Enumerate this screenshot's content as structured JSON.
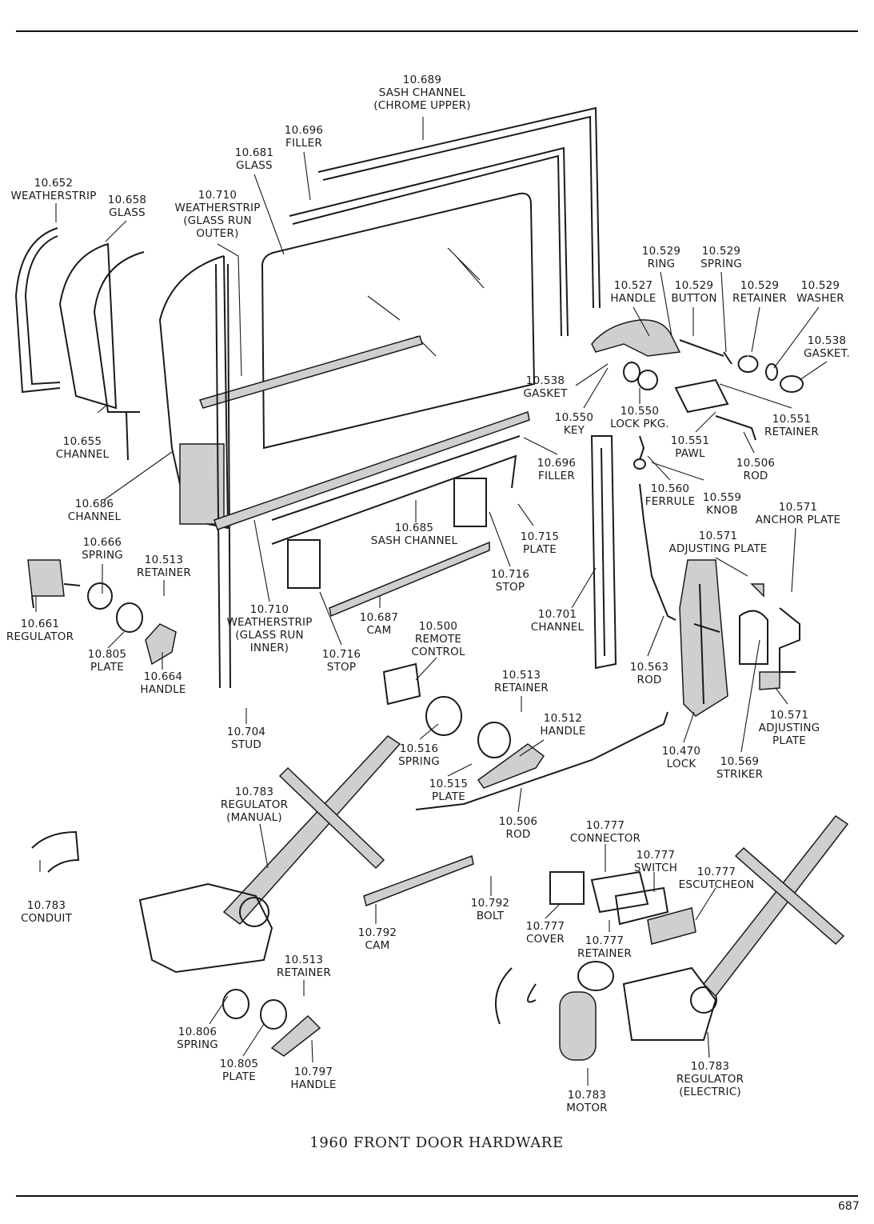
{
  "diagram": {
    "caption": "1960 FRONT DOOR HARDWARE",
    "page_number": "687",
    "labels": [
      {
        "id": "sash-channel-chrome-upper",
        "lines": [
          "10.689",
          "SASH CHANNEL",
          "(CHROME UPPER)"
        ]
      },
      {
        "id": "filler-top",
        "lines": [
          "10.696",
          "FILLER"
        ]
      },
      {
        "id": "glass-main",
        "lines": [
          "10.681",
          "GLASS"
        ]
      },
      {
        "id": "weatherstrip-left",
        "lines": [
          "10.652",
          "WEATHERSTRIP"
        ]
      },
      {
        "id": "glass-vent",
        "lines": [
          "10.658",
          "GLASS"
        ]
      },
      {
        "id": "weatherstrip-glass-run-outer",
        "lines": [
          "10.710",
          "WEATHERSTRIP",
          "(GLASS RUN",
          "OUTER)"
        ]
      },
      {
        "id": "ring",
        "lines": [
          "10.529",
          "RING"
        ]
      },
      {
        "id": "spring-529",
        "lines": [
          "10.529",
          "SPRING"
        ]
      },
      {
        "id": "handle-527",
        "lines": [
          "10.527",
          "HANDLE"
        ]
      },
      {
        "id": "button",
        "lines": [
          "10.529",
          "BUTTON"
        ]
      },
      {
        "id": "retainer-529",
        "lines": [
          "10.529",
          "RETAINER"
        ]
      },
      {
        "id": "washer",
        "lines": [
          "10.529",
          "WASHER"
        ]
      },
      {
        "id": "gasket-right",
        "lines": [
          "10.538",
          "GASKET."
        ]
      },
      {
        "id": "gasket-left",
        "lines": [
          "10.538",
          "GASKET"
        ]
      },
      {
        "id": "key",
        "lines": [
          "10.550",
          "KEY"
        ]
      },
      {
        "id": "lock-pkg",
        "lines": [
          "10.550",
          "LOCK PKG."
        ]
      },
      {
        "id": "retainer-551",
        "lines": [
          "10.551",
          "RETAINER"
        ]
      },
      {
        "id": "pawl",
        "lines": [
          "10.551",
          "PAWL"
        ]
      },
      {
        "id": "rod-506-upper",
        "lines": [
          "10.506",
          "ROD"
        ]
      },
      {
        "id": "channel-655",
        "lines": [
          "10.655",
          "CHANNEL"
        ]
      },
      {
        "id": "filler-696",
        "lines": [
          "10.696",
          "FILLER"
        ]
      },
      {
        "id": "ferrule",
        "lines": [
          "10.560",
          "FERRULE"
        ]
      },
      {
        "id": "knob",
        "lines": [
          "10.559",
          "KNOB"
        ]
      },
      {
        "id": "anchor-plate",
        "lines": [
          "10.571",
          "ANCHOR PLATE"
        ]
      },
      {
        "id": "channel-686",
        "lines": [
          "10.686",
          "CHANNEL"
        ]
      },
      {
        "id": "sash-channel-685",
        "lines": [
          "10.685",
          "SASH CHANNEL"
        ]
      },
      {
        "id": "plate-715",
        "lines": [
          "10.715",
          "PLATE"
        ]
      },
      {
        "id": "adjusting-plate-upper",
        "lines": [
          "10.571",
          "ADJUSTING PLATE"
        ]
      },
      {
        "id": "spring-666",
        "lines": [
          "10.666",
          "SPRING"
        ]
      },
      {
        "id": "retainer-513-left",
        "lines": [
          "10.513",
          "RETAINER"
        ]
      },
      {
        "id": "stop-716-right",
        "lines": [
          "10.716",
          "STOP"
        ]
      },
      {
        "id": "regulator-661",
        "lines": [
          "10.661",
          "REGULATOR"
        ]
      },
      {
        "id": "weatherstrip-glass-run-inner",
        "lines": [
          "10.710",
          "WEATHERSTRIP",
          "(GLASS RUN",
          "INNER)"
        ]
      },
      {
        "id": "cam-687",
        "lines": [
          "10.687",
          "CAM"
        ]
      },
      {
        "id": "remote-control",
        "lines": [
          "10.500",
          "REMOTE",
          "CONTROL"
        ]
      },
      {
        "id": "channel-701",
        "lines": [
          "10.701",
          "CHANNEL"
        ]
      },
      {
        "id": "plate-805-upper",
        "lines": [
          "10.805",
          "PLATE"
        ]
      },
      {
        "id": "stop-716-left",
        "lines": [
          "10.716",
          "STOP"
        ]
      },
      {
        "id": "rod-563",
        "lines": [
          "10.563",
          "ROD"
        ]
      },
      {
        "id": "handle-664",
        "lines": [
          "10.664",
          "HANDLE"
        ]
      },
      {
        "id": "retainer-513-mid",
        "lines": [
          "10.513",
          "RETAINER"
        ]
      },
      {
        "id": "adjusting-plate-lower",
        "lines": [
          "10.571",
          "ADJUSTING",
          "PLATE"
        ]
      },
      {
        "id": "stud",
        "lines": [
          "10.704",
          "STUD"
        ]
      },
      {
        "id": "handle-512",
        "lines": [
          "10.512",
          "HANDLE"
        ]
      },
      {
        "id": "spring-516",
        "lines": [
          "10.516",
          "SPRING"
        ]
      },
      {
        "id": "lock-470",
        "lines": [
          "10.470",
          "LOCK"
        ]
      },
      {
        "id": "striker",
        "lines": [
          "10.569",
          "STRIKER"
        ]
      },
      {
        "id": "regulator-manual",
        "lines": [
          "10.783",
          "REGULATOR",
          "(MANUAL)"
        ]
      },
      {
        "id": "plate-515",
        "lines": [
          "10.515",
          "PLATE"
        ]
      },
      {
        "id": "rod-506-lower",
        "lines": [
          "10.506",
          "ROD"
        ]
      },
      {
        "id": "connector",
        "lines": [
          "10.777",
          "CONNECTOR"
        ]
      },
      {
        "id": "switch",
        "lines": [
          "10.777",
          "SWITCH"
        ]
      },
      {
        "id": "escutcheon",
        "lines": [
          "10.777",
          "ESCUTCHEON"
        ]
      },
      {
        "id": "conduit",
        "lines": [
          "10.783",
          "CONDUIT"
        ]
      },
      {
        "id": "bolt",
        "lines": [
          "10.792",
          "BOLT"
        ]
      },
      {
        "id": "cover",
        "lines": [
          "10.777",
          "COVER"
        ]
      },
      {
        "id": "cam-792",
        "lines": [
          "10.792",
          "CAM"
        ]
      },
      {
        "id": "retainer-777",
        "lines": [
          "10.777",
          "RETAINER"
        ]
      },
      {
        "id": "retainer-513-lower",
        "lines": [
          "10.513",
          "RETAINER"
        ]
      },
      {
        "id": "spring-806",
        "lines": [
          "10.806",
          "SPRING"
        ]
      },
      {
        "id": "plate-805-lower",
        "lines": [
          "10.805",
          "PLATE"
        ]
      },
      {
        "id": "handle-797",
        "lines": [
          "10.797",
          "HANDLE"
        ]
      },
      {
        "id": "regulator-electric",
        "lines": [
          "10.783",
          "REGULATOR",
          "(ELECTRIC)"
        ]
      },
      {
        "id": "motor",
        "lines": [
          "10.783",
          "MOTOR"
        ]
      }
    ]
  }
}
